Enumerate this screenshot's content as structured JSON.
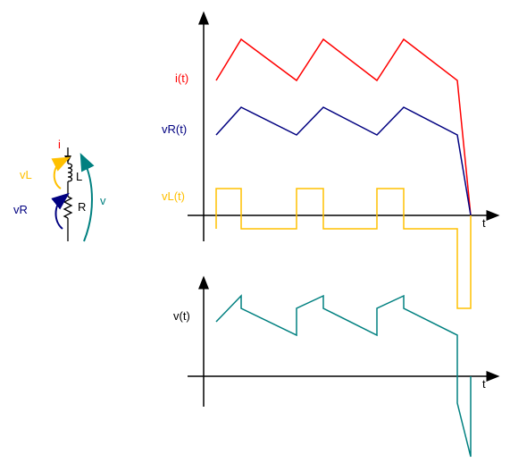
{
  "circuit": {
    "current_label": "i",
    "vl_label": "vL",
    "inductor_label": "L",
    "vr_label": "vR",
    "resistor_label": "R",
    "v_label": "v"
  },
  "top_plot": {
    "i_label": "i(t)",
    "vr_label": "vR(t)",
    "vl_label": "vL(t)",
    "t_label": "t"
  },
  "bottom_plot": {
    "v_label": "v(t)",
    "t_label": "t"
  },
  "colors": {
    "i": "#ff0000",
    "vR": "#000080",
    "vL": "#ffc000",
    "v": "#008080",
    "axis": "#000000"
  }
}
